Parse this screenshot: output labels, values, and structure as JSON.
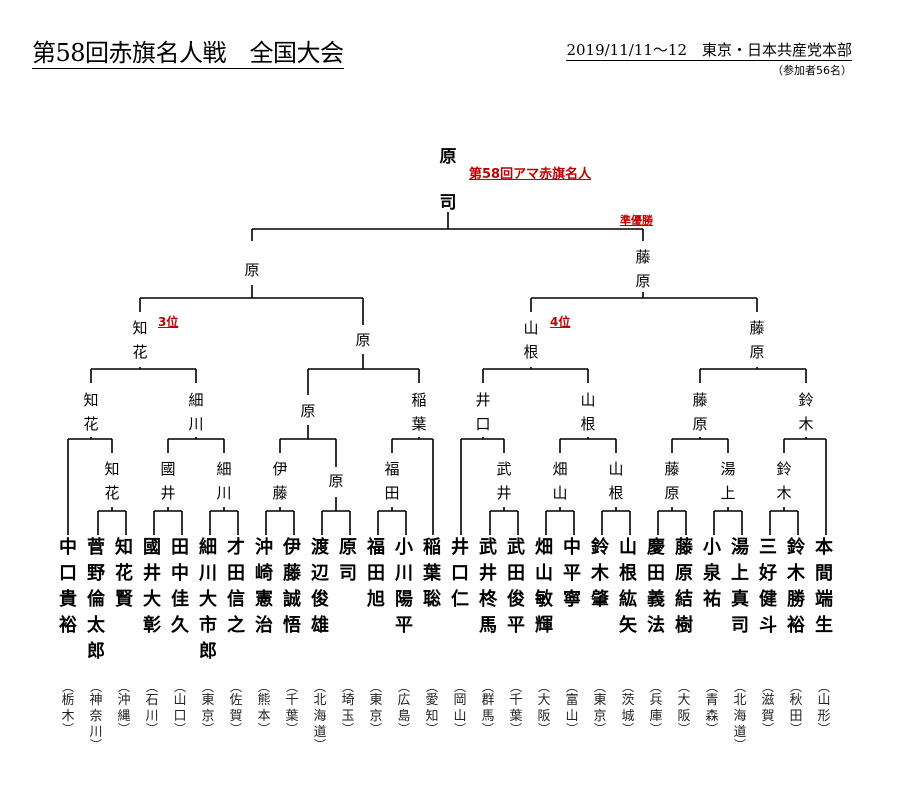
{
  "header": {
    "title": "第58回赤旗名人戦　全国大会",
    "date_venue": "2019/11/11～12　東京・日本共産党本部",
    "participants": "（参加者56名）"
  },
  "champion": {
    "name": "原司",
    "title_label": "第58回アマ赤旗名人"
  },
  "labels": {
    "runner_up": "準優勝",
    "third_place": "3位",
    "fourth_place": "4位"
  },
  "winners": {
    "semifinal": [
      "原",
      "藤原"
    ],
    "quarterfinal": [
      "知花",
      "原",
      "山根",
      "藤原"
    ],
    "round_of_16": [
      "知花",
      "細川",
      "原",
      "稲葉",
      "井口",
      "山根",
      "藤原",
      "鈴木"
    ],
    "round_of_32": [
      "知花",
      "國井",
      "細川",
      "伊藤",
      "原",
      "福田",
      "武井",
      "畑山",
      "山根",
      "藤原",
      "湯上",
      "鈴木"
    ]
  },
  "players": [
    {
      "name": "中口貴裕",
      "pref": "栃木"
    },
    {
      "name": "菅野倫太郎",
      "pref": "神奈川"
    },
    {
      "name": "知花賢",
      "pref": "沖縄"
    },
    {
      "name": "國井大彰",
      "pref": "石川"
    },
    {
      "name": "田中佳久",
      "pref": "山口"
    },
    {
      "name": "細川大市郎",
      "pref": "東京"
    },
    {
      "name": "才田信之",
      "pref": "佐賀"
    },
    {
      "name": "沖崎憲治",
      "pref": "熊本"
    },
    {
      "name": "伊藤誠悟",
      "pref": "千葉"
    },
    {
      "name": "渡辺俊雄",
      "pref": "北海道"
    },
    {
      "name": "原司",
      "pref": "埼玉"
    },
    {
      "name": "福田旭",
      "pref": "東京"
    },
    {
      "name": "小川陽平",
      "pref": "広島"
    },
    {
      "name": "稲葉聡",
      "pref": "愛知"
    },
    {
      "name": "井口仁",
      "pref": "岡山"
    },
    {
      "name": "武井柊馬",
      "pref": "群馬"
    },
    {
      "name": "武田俊平",
      "pref": "千葉"
    },
    {
      "name": "畑山敏輝",
      "pref": "大阪"
    },
    {
      "name": "中平寧",
      "pref": "富山"
    },
    {
      "name": "鈴木肇",
      "pref": "東京"
    },
    {
      "name": "山根紘矢",
      "pref": "茨城"
    },
    {
      "name": "慶田義法",
      "pref": "兵庫"
    },
    {
      "name": "藤原結樹",
      "pref": "大阪"
    },
    {
      "name": "小泉祐",
      "pref": "青森"
    },
    {
      "name": "湯上真司",
      "pref": "北海道"
    },
    {
      "name": "三好健斗",
      "pref": "滋賀"
    },
    {
      "name": "鈴木勝裕",
      "pref": "秋田"
    },
    {
      "name": "本間端生",
      "pref": "山形"
    }
  ]
}
